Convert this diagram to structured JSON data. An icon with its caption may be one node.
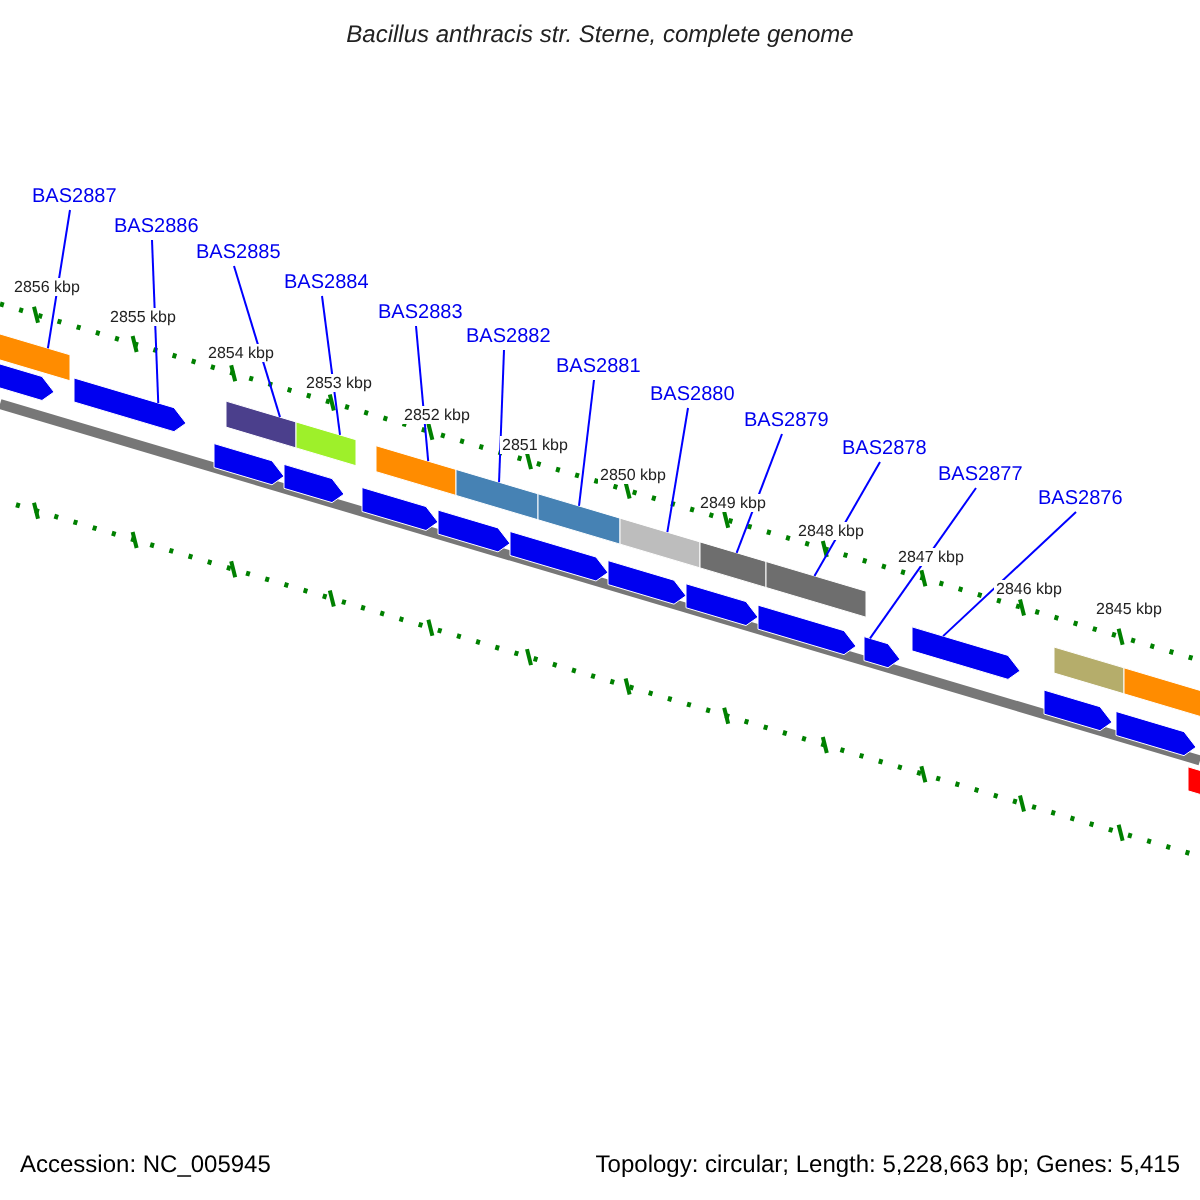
{
  "diagram": {
    "title": "Bacillus anthracis str. Sterne, complete genome",
    "nodes": [
      {
        "text": [
          "BAS2887"
        ]
      },
      {
        "text": [
          "BAS2886"
        ]
      },
      {
        "text": [
          "BAS2885"
        ]
      },
      {
        "text": [
          "BAS2884"
        ]
      },
      {
        "text": [
          "BAS2883"
        ]
      },
      {
        "text": [
          "BAS2882"
        ]
      },
      {
        "text": [
          "BAS2881"
        ]
      },
      {
        "text": [
          "BAS2880"
        ]
      },
      {
        "text": [
          "BAS2879"
        ]
      },
      {
        "text": [
          "BAS2878"
        ]
      },
      {
        "text": [
          "BAS2877"
        ]
      },
      {
        "text": [
          "BAS2876"
        ]
      },
      {
        "text": [],
        "shape": "bar"
      },
      {
        "text": [],
        "shape": "bar"
      },
      {
        "text": [],
        "shape": "bar"
      },
      {
        "text": [],
        "shape": "bar"
      },
      {
        "text": [],
        "shape": "bar"
      },
      {
        "text": [],
        "shape": "bar"
      },
      {
        "text": [],
        "shape": "bar"
      },
      {
        "text": [],
        "shape": "bar"
      },
      {
        "text": [],
        "shape": "bar"
      },
      {
        "text": [],
        "shape": "bar"
      },
      {
        "text": [],
        "shape": "bar"
      },
      {
        "text": [],
        "shape": "bar"
      },
      {
        "text": [],
        "shape": "bar"
      },
      {
        "text": [],
        "shape": "bar"
      },
      {
        "text": [],
        "shape": "bar"
      },
      {
        "text": [],
        "shape": "bar"
      },
      {
        "text": [],
        "shape": "bar"
      },
      {
        "text": [],
        "shape": "bar"
      },
      {
        "text": [],
        "shape": "bar"
      },
      {
        "text": [],
        "shape": "bar"
      },
      {
        "text": [],
        "shape": "bar"
      },
      {
        "text": [],
        "shape": "bar"
      },
      {
        "text": [],
        "shape": "bar"
      },
      {
        "text": [],
        "shape": "bar"
      },
      {
        "text": [],
        "shape": "bar"
      },
      {
        "text": [],
        "shape": "bar"
      }
    ],
    "edges": [
      {
        "from": 0,
        "to": 12,
        "arrow": "none"
      },
      {
        "from": 1,
        "to": 14,
        "arrow": "none"
      },
      {
        "from": 2,
        "to": 16,
        "arrow": "none"
      },
      {
        "from": 3,
        "to": 18,
        "arrow": "none"
      },
      {
        "from": 4,
        "to": 20,
        "arrow": "none"
      },
      {
        "from": 5,
        "to": 22,
        "arrow": "none"
      },
      {
        "from": 6,
        "to": 24,
        "arrow": "none"
      },
      {
        "from": 7,
        "to": 26,
        "arrow": "none"
      },
      {
        "from": 8,
        "to": 28,
        "arrow": "none"
      },
      {
        "from": 9,
        "to": 30,
        "arrow": "none"
      },
      {
        "from": 10,
        "to": 31,
        "arrow": "none"
      },
      {
        "from": 11,
        "to": 32,
        "arrow": "none"
      }
    ],
    "labels": [
      "2856 kbp",
      "2855 kbp",
      "2854 kbp",
      "2853 kbp",
      "2852 kbp",
      "2851 kbp",
      "2850 kbp",
      "2849 kbp",
      "2848 kbp",
      "2847 kbp",
      "2846 kbp",
      "2845 kbp",
      "Accession: NC_005945",
      "Topology: circular; Length: 5,228,663 bp; Genes: 5,415"
    ]
  }
}
